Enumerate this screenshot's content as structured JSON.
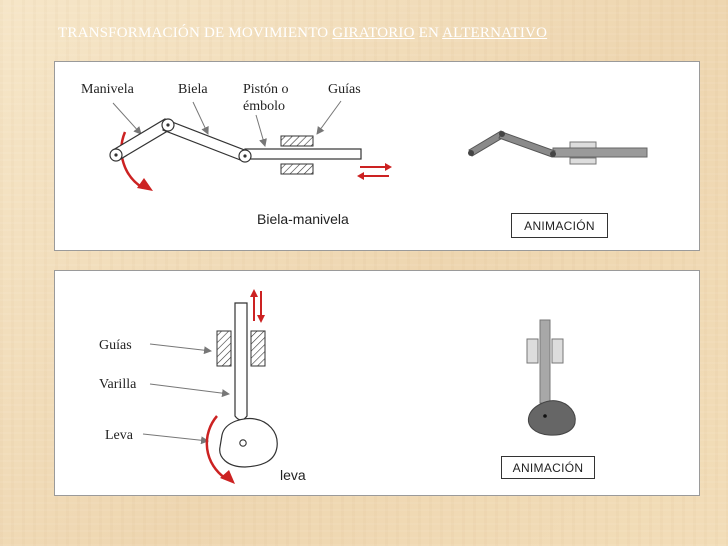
{
  "title": {
    "part1": "TRANSFORMACIÓN DE MOVIMIENTO ",
    "link1": "GIRATORIO",
    "part2": " EN  ",
    "link2": "ALTERNATIVO"
  },
  "panel1": {
    "labels": {
      "manivela": "Manivela",
      "biela": "Biela",
      "piston_line1": "Pistón o",
      "piston_line2": "émbolo",
      "guias": "Guías"
    },
    "caption": "Biela-manivela",
    "animation_button": "ANIMACIÓN"
  },
  "panel2": {
    "labels": {
      "guias": "Guías",
      "varilla": "Varilla",
      "leva": "Leva"
    },
    "caption": "leva",
    "animation_button": "ANIMACIÓN"
  },
  "colors": {
    "arrow_red": "#cc2222",
    "panel_bg": "#ffffff",
    "page_bg": "#f3e0c0",
    "mechanism_gray": "#9a9a9a",
    "cam_dark": "#6a6a6a"
  }
}
